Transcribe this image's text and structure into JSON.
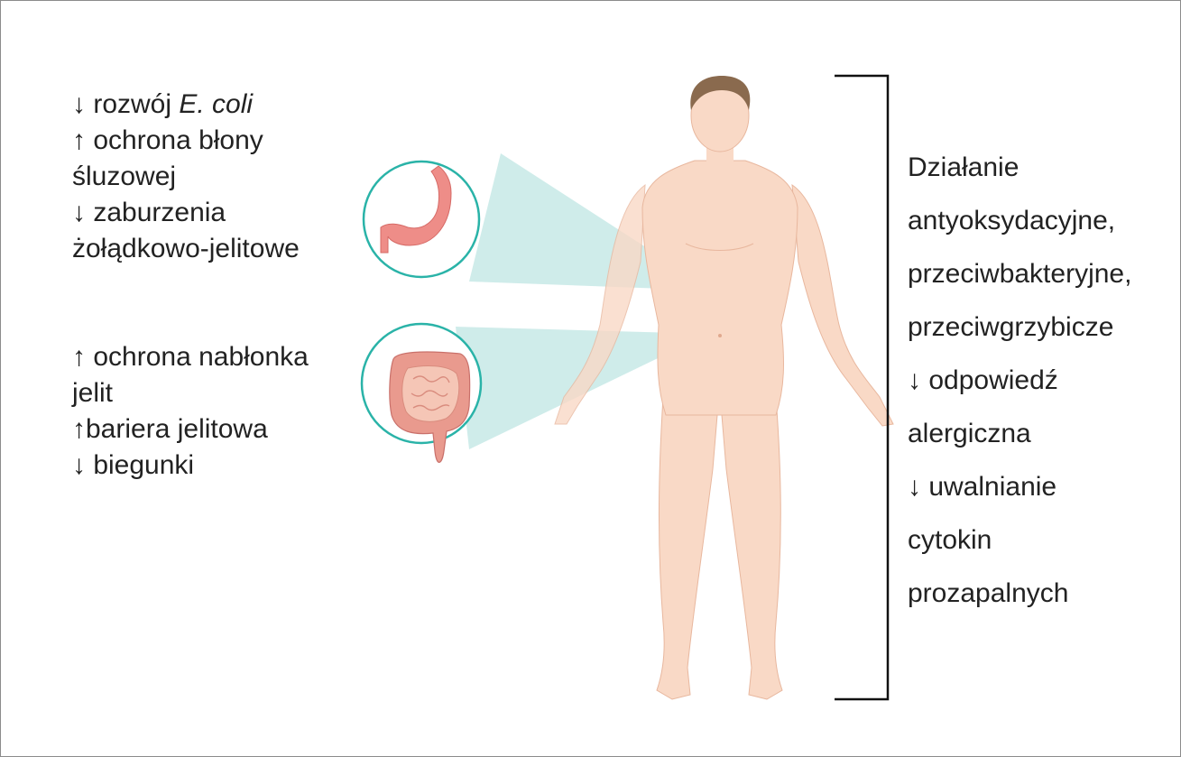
{
  "stomach_effects": {
    "line1_prefix": "↓ rozwój ",
    "line1_italic": "E. coli",
    "line2": "↑ ochrona błony",
    "line3": "śluzowej",
    "line4": "↓ zaburzenia",
    "line5": "żołądkowo-jelitowe"
  },
  "intestine_effects": {
    "line1": "↑ ochrona nabłonka",
    "line2": "jelit",
    "line3": "↑bariera jelitowa",
    "line4": "↓ biegunki"
  },
  "systemic_effects": {
    "lines": [
      "Działanie",
      "antyoksydacyjne,",
      "przeciwbakteryjne,",
      "przeciwgrzybicze",
      "↓ odpowiedź",
      "alergiczna",
      "↓ uwalnianie",
      "cytokin",
      "prozapalnych"
    ]
  },
  "colors": {
    "skin": "#f9d9c6",
    "skin_outline": "#e8b79e",
    "hair": "#8a6a4e",
    "circle_outline": "#2ab3a8",
    "callout_fill": "#bfe6e3",
    "stomach": "#ee8d88",
    "intestine": "#e99a8e",
    "text": "#222222"
  }
}
